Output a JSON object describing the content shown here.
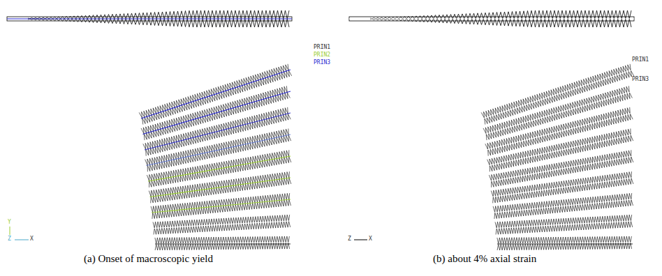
{
  "diagram": {
    "labels": [
      "PRIN1",
      "PRIN2",
      "PRIN3",
      "Y",
      "Z",
      "X",
      "PRIN1",
      "PRIN3",
      "Z",
      "X",
      "(a) Onset of macroscopic yield",
      "(b) about 4% axial strain"
    ]
  }
}
